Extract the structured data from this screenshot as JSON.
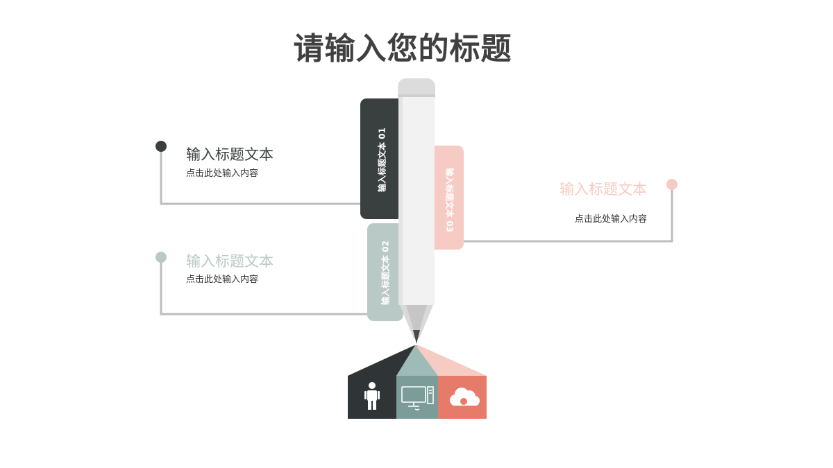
{
  "slide": {
    "title": "请输入您的标题"
  },
  "items": [
    {
      "tab_label": "输入标题文本 01",
      "title": "输入标题文本",
      "desc": "点击此处输入内容",
      "color": "#3a3f40"
    },
    {
      "tab_label": "输入标题文本 02",
      "title": "输入标题文本",
      "desc": "点击此处输入内容",
      "color": "#b9c9c5"
    },
    {
      "tab_label": "输入标题文本 03",
      "title": "输入标题文本",
      "desc": "点击此处输入内容",
      "color": "#f6cbc3"
    }
  ],
  "base_colors": {
    "dark": "#2f3536",
    "teal": "#7b9c98",
    "coral": "#e77b6a"
  },
  "icons": [
    "person-icon",
    "computer-icon",
    "cloud-icon"
  ]
}
